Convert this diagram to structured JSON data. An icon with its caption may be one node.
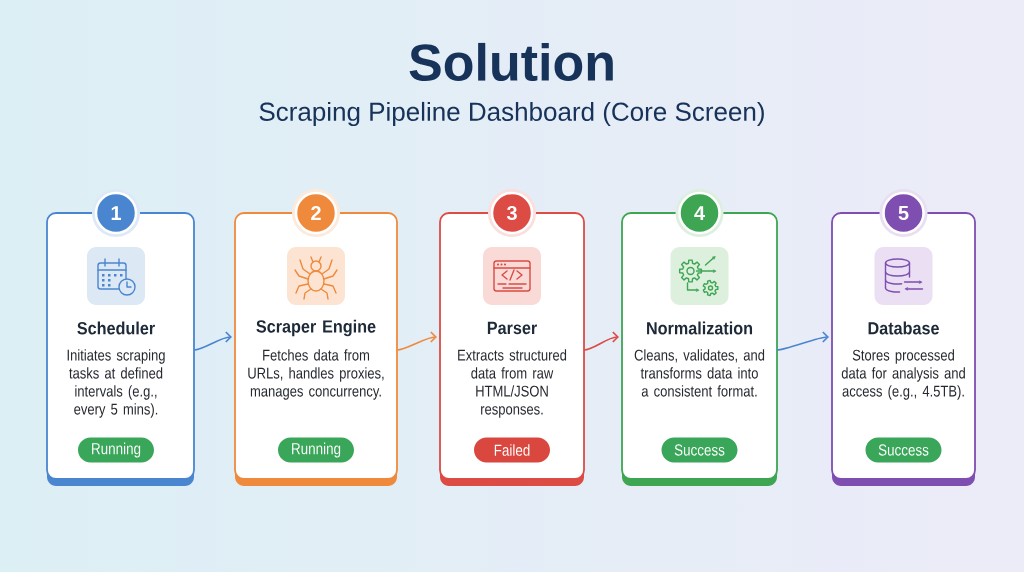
{
  "diagram": {
    "title": "Solution",
    "nodes": [
      {
        "text": [
          "1"
        ]
      },
      {
        "text": [
          "Scheduler",
          "Initiates scraping tasks at defined intervals (e.g., every 5 mins)."
        ]
      },
      {
        "text": [
          "Running"
        ],
        "in": 1
      },
      {
        "text": [
          "2"
        ]
      },
      {
        "text": [
          "Scraper Engine",
          "Fetches data from URLs, handles proxies, manages concurrency."
        ]
      },
      {
        "text": [
          "Running"
        ],
        "in": 4
      },
      {
        "text": [
          "3"
        ]
      },
      {
        "text": [
          "Parser",
          "Extracts structured data from raw HTML/JSON responses."
        ]
      },
      {
        "text": [
          "Failed"
        ],
        "in": 7
      },
      {
        "text": [
          "4"
        ]
      },
      {
        "text": [
          "Normalization",
          "Cleans, validates, and transforms data into a consistent format."
        ]
      },
      {
        "text": [
          "Success"
        ],
        "in": 10
      },
      {
        "text": [
          "5"
        ]
      },
      {
        "text": [
          "Database",
          "Stores processed data for analysis and access (e.g., 4.5TB)."
        ]
      },
      {
        "text": [
          "Success"
        ],
        "in": 13
      }
    ],
    "edges": [
      {
        "from": 1,
        "to": 4,
        "arrow": "to"
      },
      {
        "from": 4,
        "to": 7,
        "arrow": "to",
        "color": "#ef8a3c"
      },
      {
        "from": 7,
        "to": 10,
        "arrow": "to",
        "color": "#dc4b44"
      },
      {
        "from": 10,
        "to": 13,
        "arrow": "to"
      }
    ],
    "labels": [
      "Scraping Pipeline Dashboard (Core Screen)"
    ]
  }
}
